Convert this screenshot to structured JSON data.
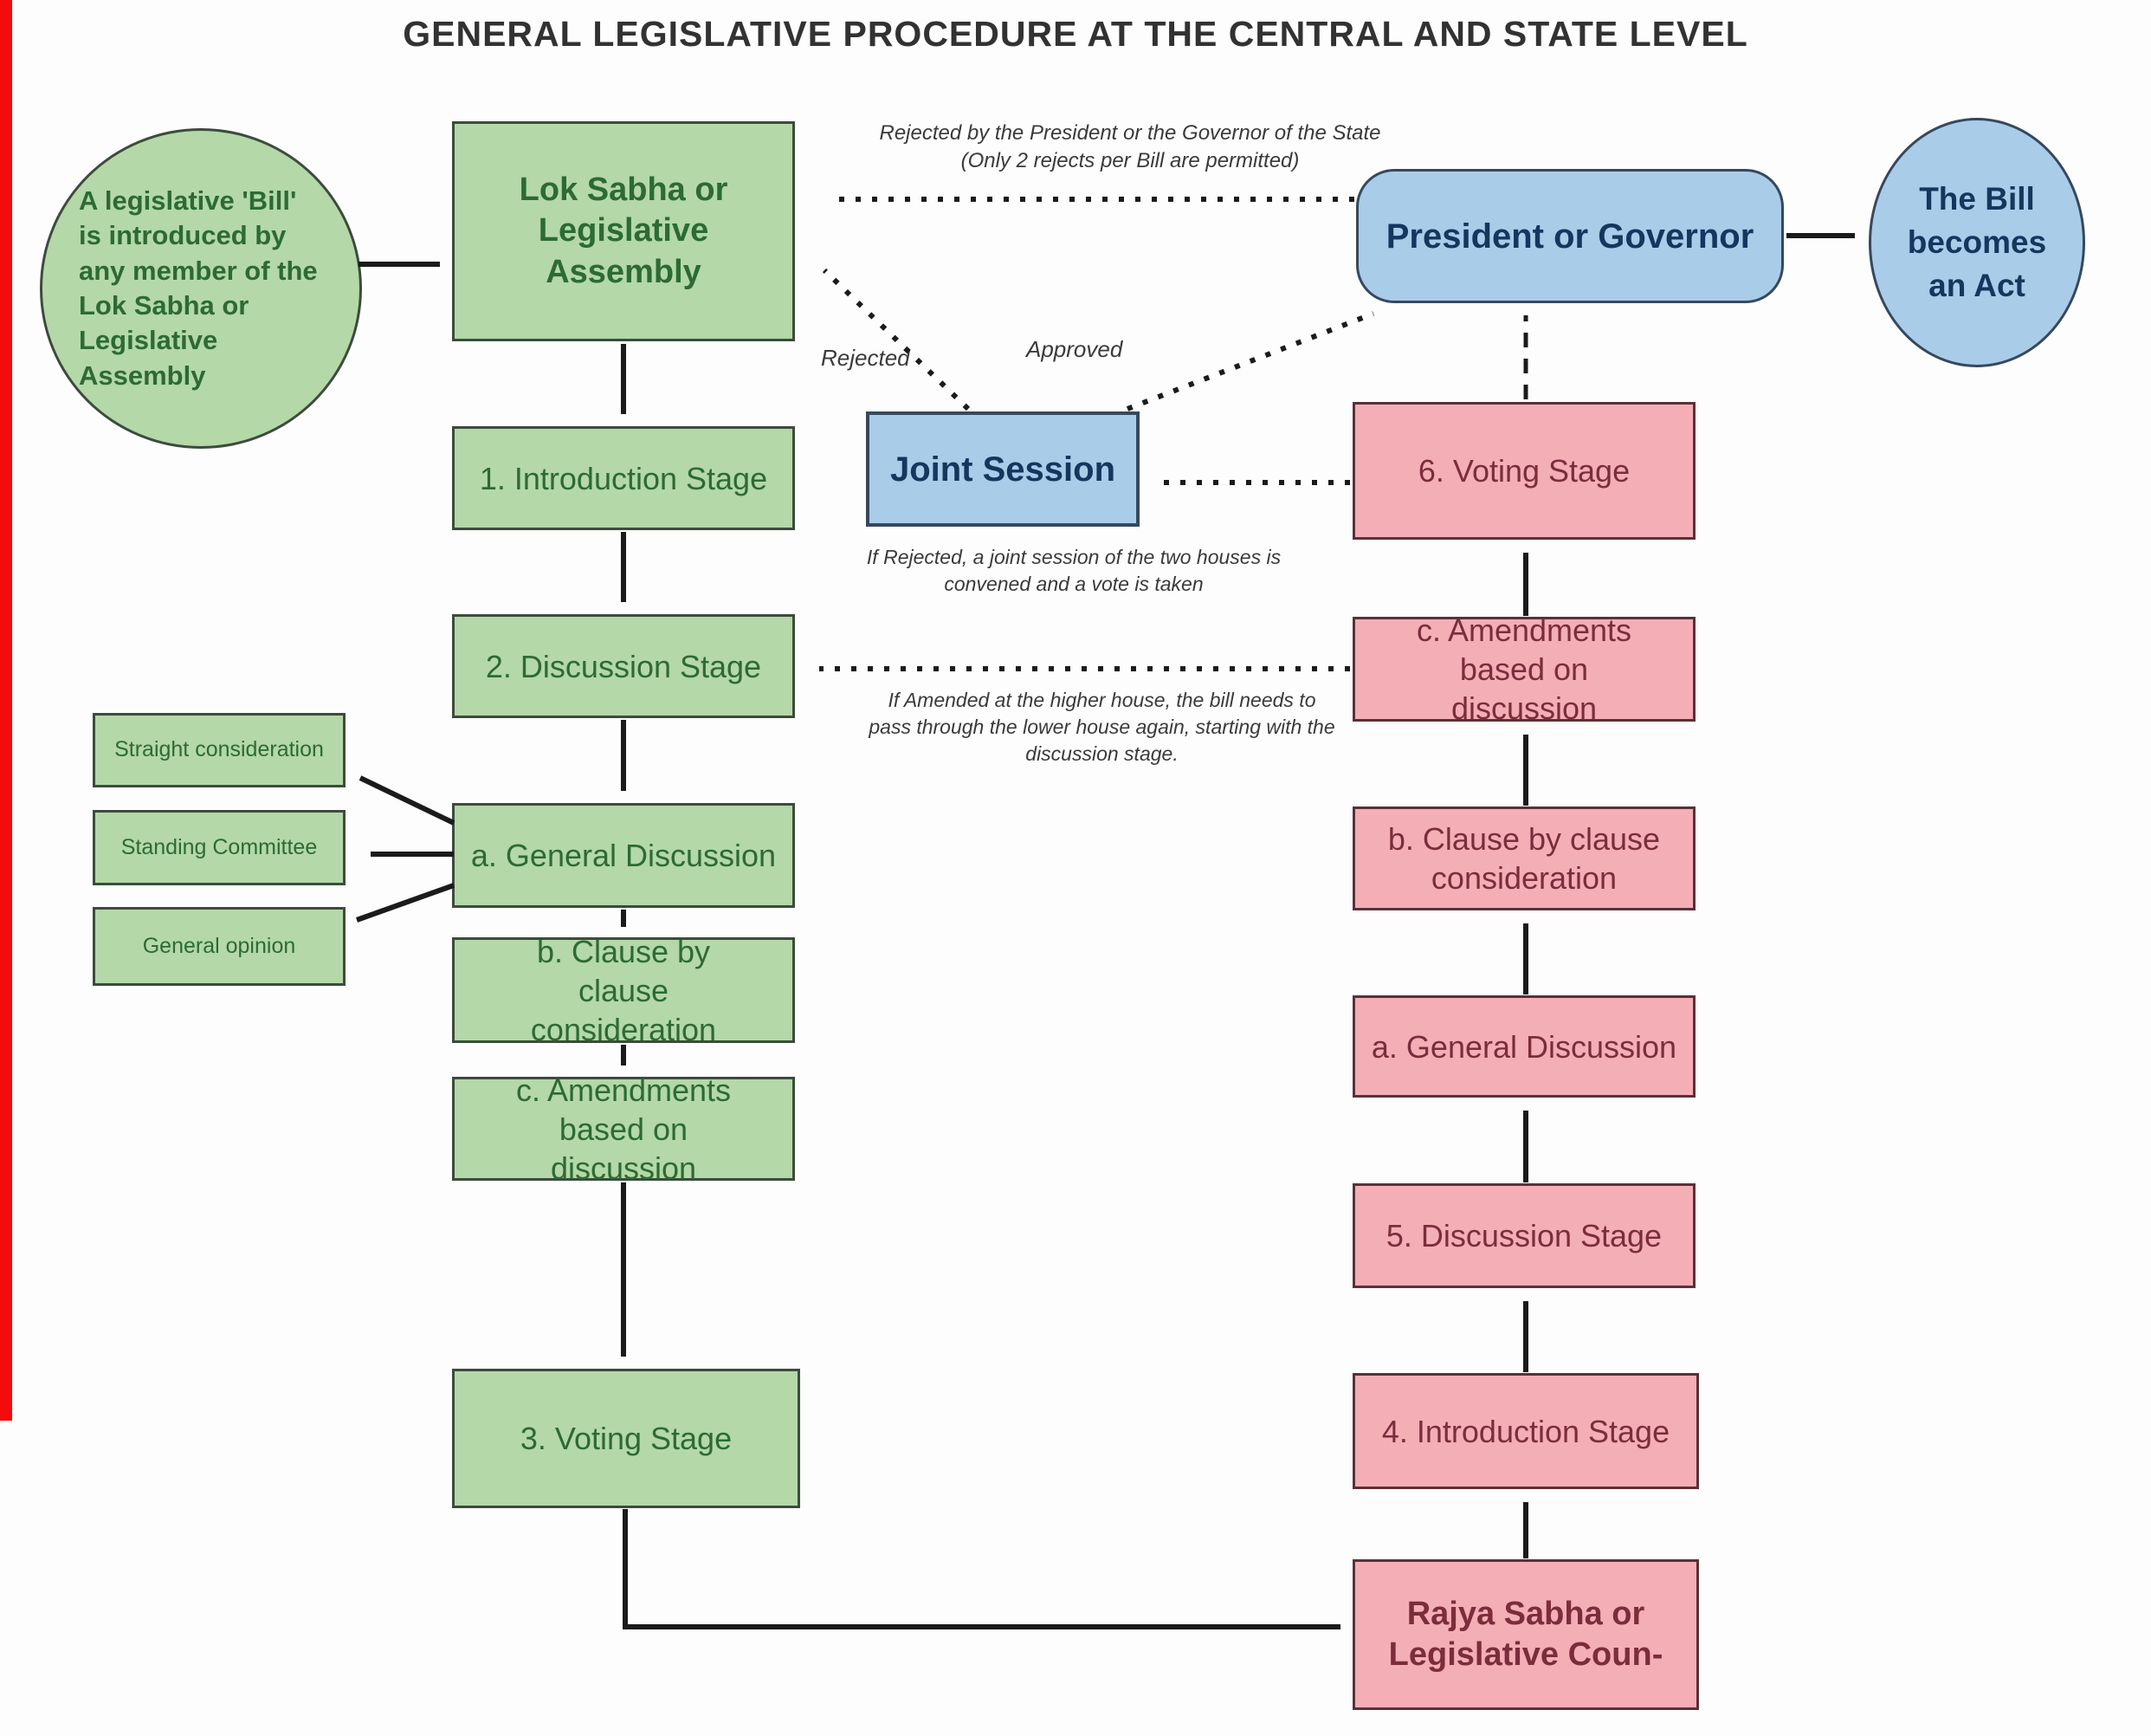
{
  "title": "GENERAL LEGISLATIVE PROCEDURE AT THE CENTRAL AND STATE LEVEL",
  "colors": {
    "green_fill": "#b4d8a8",
    "green_border": "#3d4b3d",
    "green_text": "#2c6b33",
    "pink_fill": "#f4aeb6",
    "pink_border": "#5a3138",
    "pink_text": "#7b2d3c",
    "blue_fill": "#a9cce9",
    "blue_border": "#36485c",
    "blue_text": "#15375e",
    "arrow": "#1b1b1b",
    "annotation_text": "#3a3a3a",
    "title_text": "#323232",
    "red_edge": "#f40b0e"
  },
  "nodes": {
    "start_circle": "A legislative 'Bill' is introduced by any member of the Lok Sabha or Legislative Assembly",
    "lok_sabha": "Lok Sabha or Legislative Assembly",
    "intro_stage_1": "1. Introduction Stage",
    "discussion_stage_2": "2. Discussion Stage",
    "general_discussion_a": "a. General Discussion",
    "clause_b": "b. Clause by clause consideration",
    "amendments_c": "c. Amendments based on discussion",
    "voting_stage_3": "3. Voting Stage",
    "straight_consideration": "Straight consideration",
    "standing_committee": "Standing Committee",
    "general_opinion": "General opinion",
    "joint_session": "Joint Session",
    "president_governor": "President or Governor",
    "bill_becomes_act": "The Bill becomes an Act",
    "voting_stage_6": "6. Voting Stage",
    "amendments_c_upper": "c. Amendments based on discussion",
    "clause_b_upper": "b. Clause by clause consideration",
    "general_discussion_a_upper": "a. General Discussion",
    "discussion_stage_5": "5. Discussion Stage",
    "intro_stage_4": "4. Introduction Stage",
    "rajya_sabha": "Rajya Sabha or Legislative Coun-"
  },
  "annotations": {
    "rejected_by_president": "Rejected by the President or the Governor of the State (Only 2 rejects per Bill are permitted)",
    "rejected_label": "Rejected",
    "approved_label": "Approved",
    "joint_session_note": "If Rejected, a joint session of the two houses is convened and a vote is taken",
    "amended_note": "If Amended at the higher house, the bill needs to pass through the lower house again, starting with the discussion stage."
  }
}
